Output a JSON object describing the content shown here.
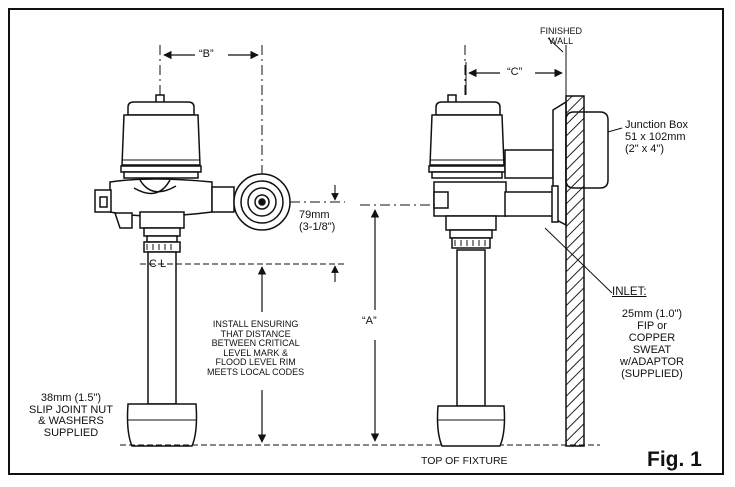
{
  "labels": {
    "dim_b": "“B”",
    "dim_c": "“C”",
    "dim_a": "“A”",
    "finished_wall": "FINISHED\nWALL",
    "junction_box": "Junction Box\n51 x 102mm\n(2\" x 4\")",
    "offset_79": "79mm\n(3-1/8\")",
    "centerline": "C L",
    "install_note": "INSTALL ENSURING\nTHAT DISTANCE\nBETWEEN CRITICAL\nLEVEL MARK &\nFLOOD LEVEL RIM\nMEETS LOCAL CODES",
    "slip_joint": "38mm (1.5\")\nSLIP JOINT NUT\n& WASHERS\nSUPPLIED",
    "inlet_title": "INLET:",
    "inlet_spec": "25mm (1.0\")\nFIP or\nCOPPER\nSWEAT\nw/ADAPTOR\n(SUPPLIED)",
    "top_of_fixture": "TOP OF FIXTURE",
    "figure_label": "Fig. 1"
  },
  "colors": {
    "line": "#111111",
    "body_fill": "#ffffff",
    "hatch": "#222222"
  }
}
